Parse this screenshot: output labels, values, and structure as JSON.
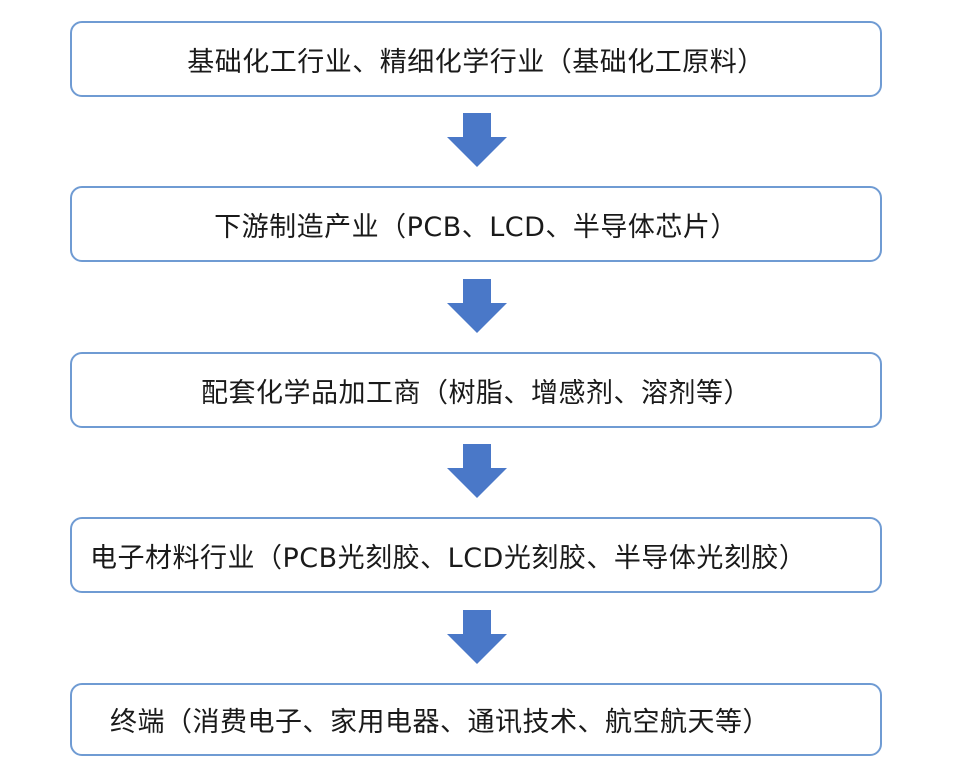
{
  "diagram": {
    "steps": [
      {
        "text": "基础化工行业、精细化学行业（基础化工原料）"
      },
      {
        "text": "下游制造产业（PCB、LCD、半导体芯片）"
      },
      {
        "text": "配套化学品加工商（树脂、增感剂、溶剂等）"
      },
      {
        "text": "电子材料行业（PCB光刻胶、LCD光刻胶、半导体光刻胶）"
      },
      {
        "text": "终端（消费电子、家用电器、通讯技术、航空航天等）"
      }
    ],
    "box_border_color": "#6f9bd3",
    "arrow_color": "#4a78c8",
    "arrow_icon": "down-arrow-icon"
  }
}
